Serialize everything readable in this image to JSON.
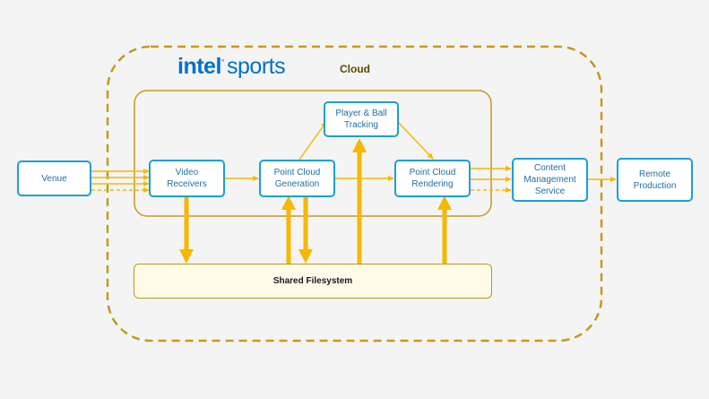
{
  "logo": {
    "part1": "intel",
    "part2": "sports",
    "mark": "°"
  },
  "cloud_label": "Cloud",
  "nodes": {
    "venue": "Venue",
    "video_receivers": "Video\nReceivers",
    "point_cloud_generation": "Point Cloud\nGeneration",
    "player_ball_tracking": "Player & Ball\nTracking",
    "point_cloud_rendering": "Point Cloud\nRendering",
    "content_management_service": "Content\nManagement\nService",
    "remote_production": "Remote\nProduction",
    "shared_filesystem": "Shared Filesystem"
  },
  "colors": {
    "arrow": "#f5b800",
    "cloud_border": "#c49a1c",
    "node_border": "#1aa0d6",
    "node_text": "#1f6fa5",
    "brand": "#0071c5"
  }
}
